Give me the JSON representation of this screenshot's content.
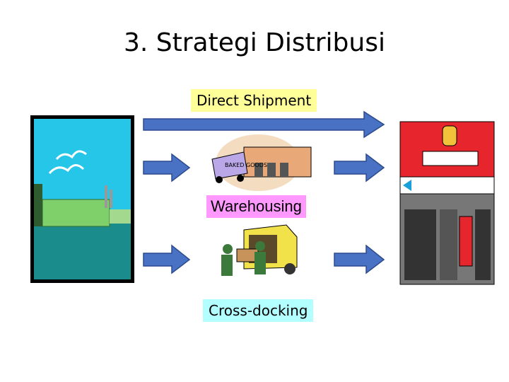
{
  "title": "3. Strategi Distribusi",
  "labels": {
    "direct": "Direct Shipment",
    "warehousing": "Warehousing",
    "cross_docking": "Cross-docking"
  },
  "clipart": {
    "warehouse_sign": "BAKED GOODS"
  },
  "colors": {
    "arrow_fill": "#4a72c4",
    "arrow_stroke": "#2b4b8c",
    "direct_bg": "#ffff99",
    "warehousing_bg": "#ff99ff",
    "cross_bg": "#b3ffff"
  }
}
